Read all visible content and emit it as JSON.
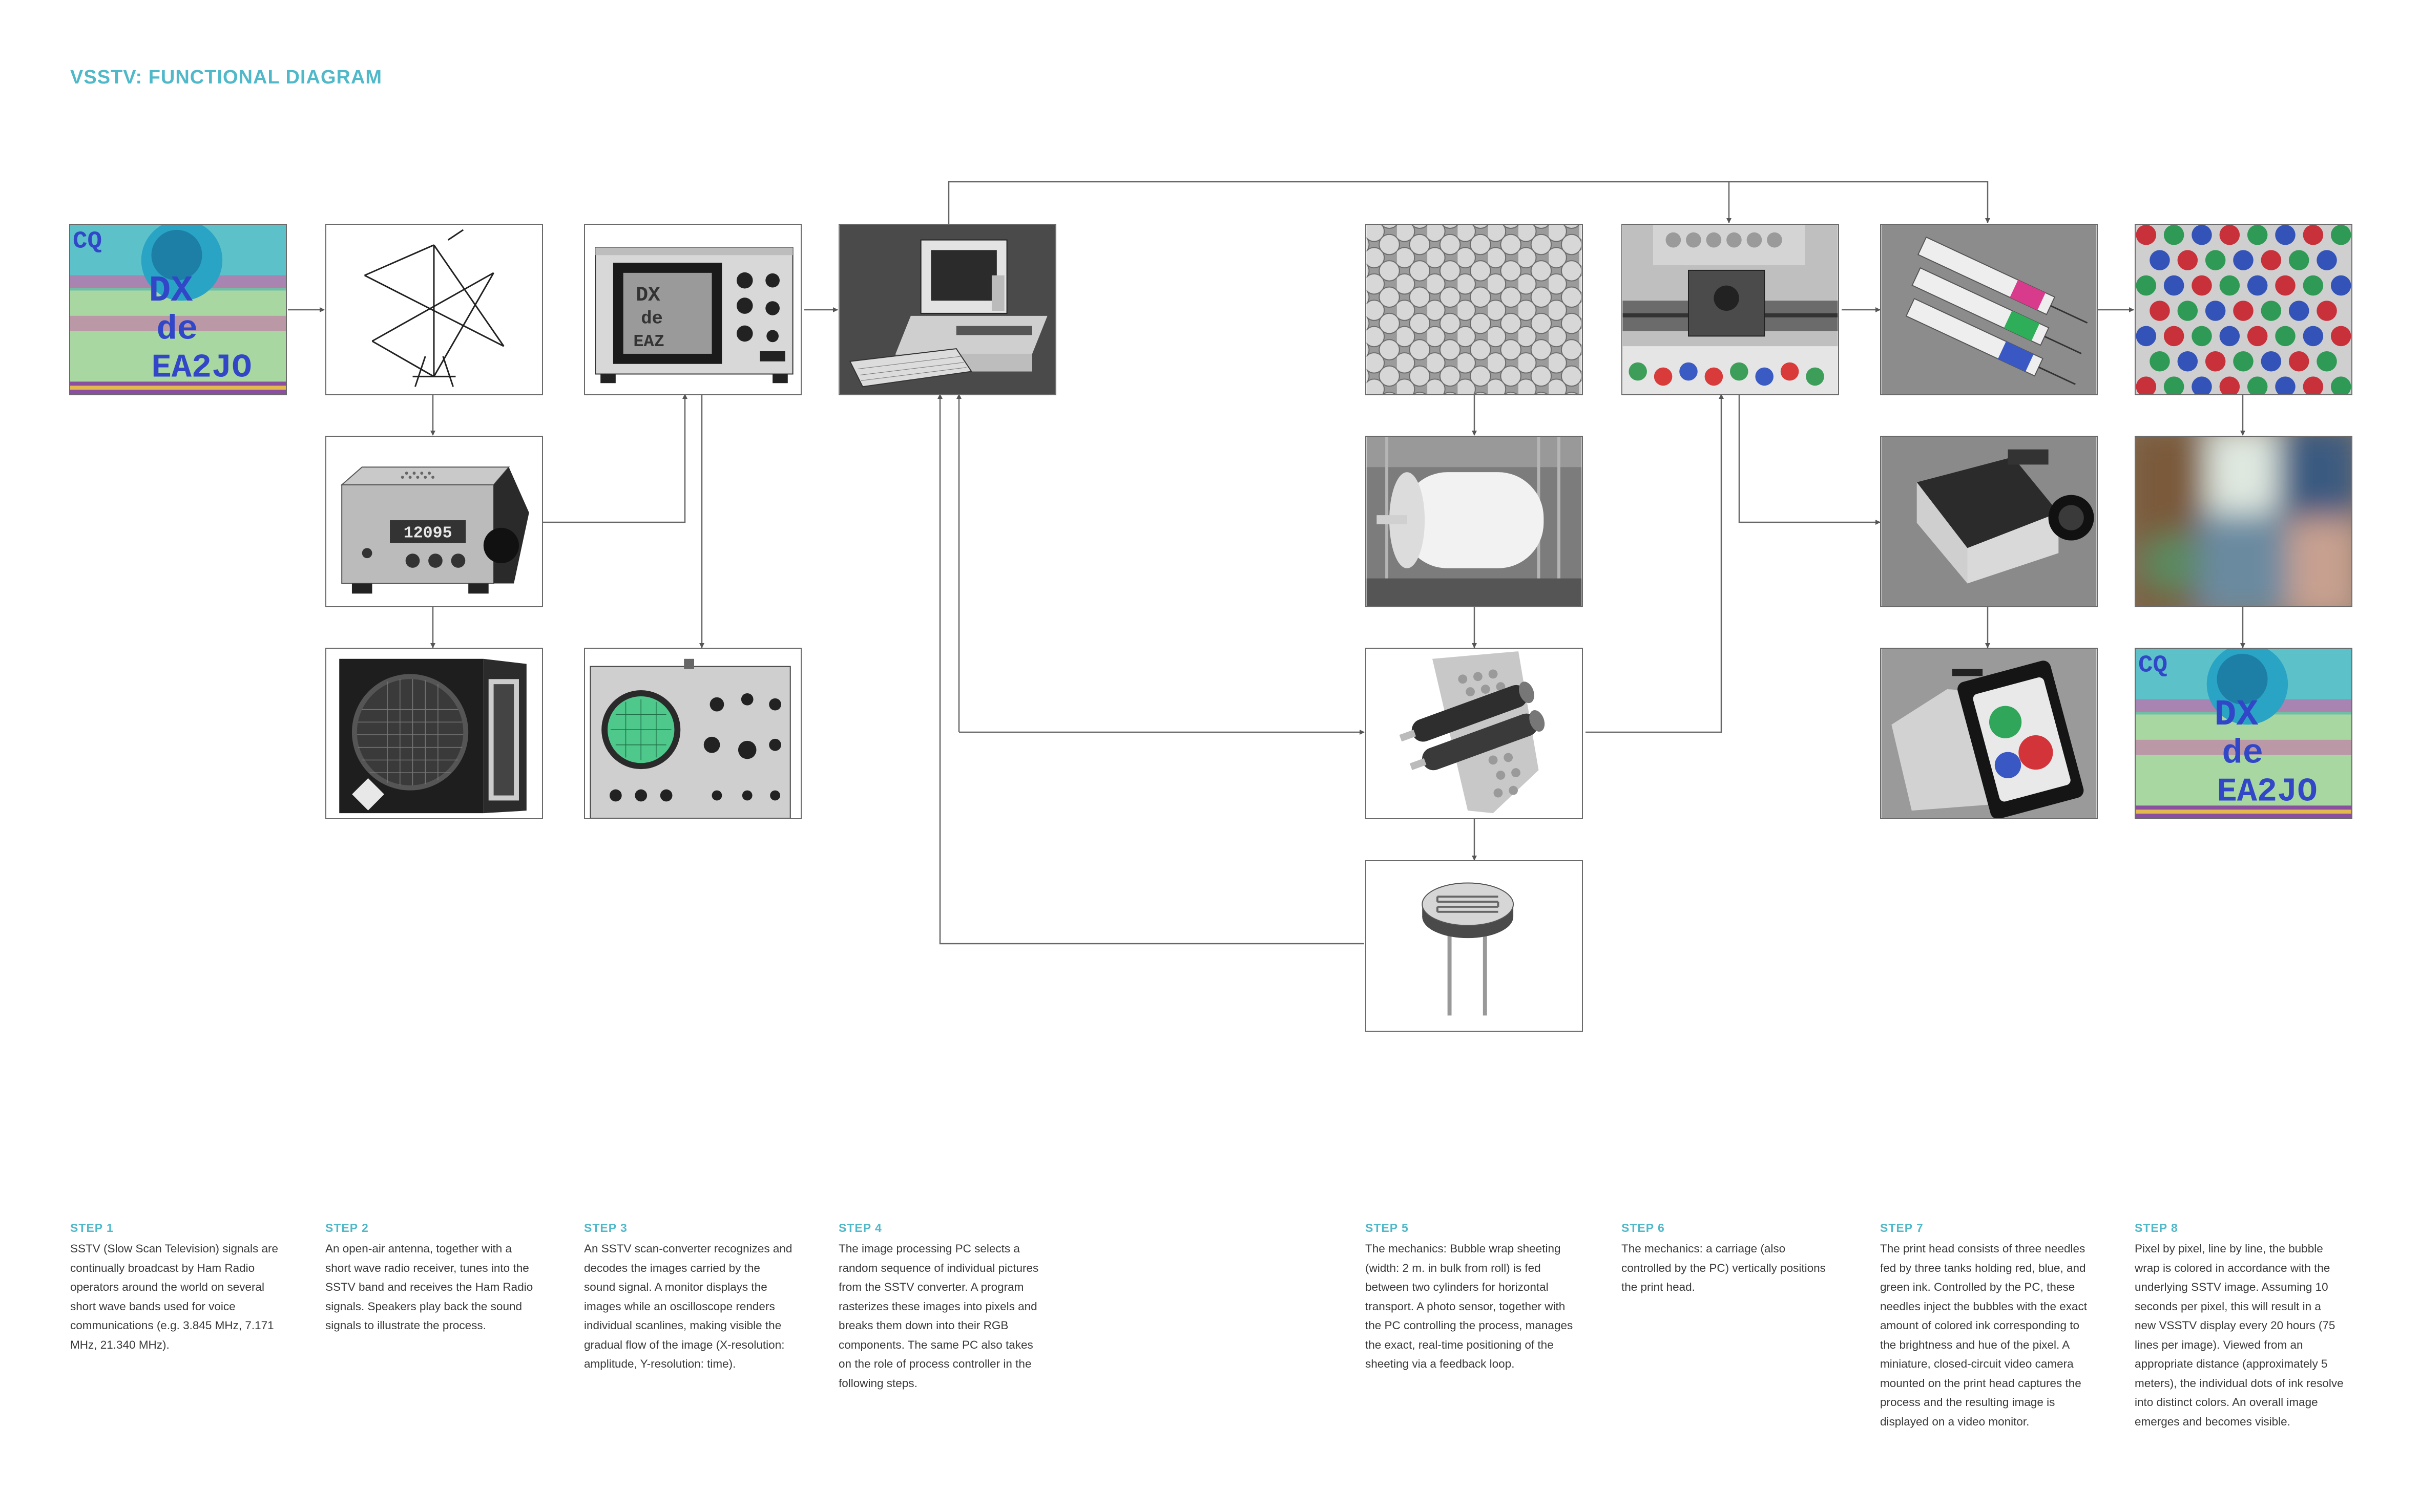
{
  "title": "VSSTV: FUNCTIONAL DIAGRAM",
  "colors": {
    "accent": "#4fb8c9",
    "text": "#3a3a3a",
    "line": "#555555"
  },
  "sstv_image_text": {
    "line1": "CQ",
    "line2": "DX",
    "line3": "de",
    "line4": "EA2JO"
  },
  "receiver_display": "12095",
  "steps": [
    {
      "label": "STEP 1",
      "text": "SSTV (Slow Scan Television) signals are continually broadcast by Ham Radio operators around the world on several short wave bands used for voice communications (e.g. 3.845 MHz, 7.171 MHz, 21.340 MHz)."
    },
    {
      "label": "STEP 2",
      "text": "An open-air antenna, together with a short wave radio receiver, tunes into the SSTV band and receives the Ham Radio signals. Speakers play back the sound signals to illustrate the process."
    },
    {
      "label": "STEP 3",
      "text": "An SSTV scan-converter recognizes and decodes the images carried by the sound signal. A monitor displays the images while an oscilloscope renders individual scanlines, making visible the gradual flow of the image (X-resolution: amplitude, Y-resolution: time)."
    },
    {
      "label": "STEP 4",
      "text": "The image processing PC selects a random sequence of individual pictures from the SSTV converter. A program rasterizes these images into pixels and breaks them down into their RGB components. The same PC also takes on the role of process controller in the following steps."
    },
    {
      "label": "STEP 5",
      "text": "The mechanics: Bubble wrap sheeting (width: 2 m. in bulk from roll) is fed between two cylinders for horizontal transport. A photo sensor, together with the PC controlling the process, manages the exact, real-time positioning of the sheeting via a feedback loop."
    },
    {
      "label": "STEP 6",
      "text": "The mechanics: a carriage (also controlled by the PC) vertically positions the print head."
    },
    {
      "label": "STEP 7",
      "text": "The print head consists of three needles fed by three tanks holding red, blue, and green ink. Controlled by the PC, these needles inject the bubbles with the exact amount of colored ink corresponding to the brightness and hue of the pixel. A miniature, closed-circuit video camera mounted on the print head captures the process and the resulting image is displayed on a video monitor."
    },
    {
      "label": "STEP 8",
      "text": "Pixel by pixel, line by line, the bubble wrap is colored in accordance with the underlying SSTV image. Assuming 10 seconds per pixel, this will result in a new VSSTV display every 20 hours (75 lines per image). Viewed from an appropriate distance (approximately 5 meters), the individual dots of ink resolve into distinct colors. An overall image emerges and becomes visible."
    }
  ]
}
